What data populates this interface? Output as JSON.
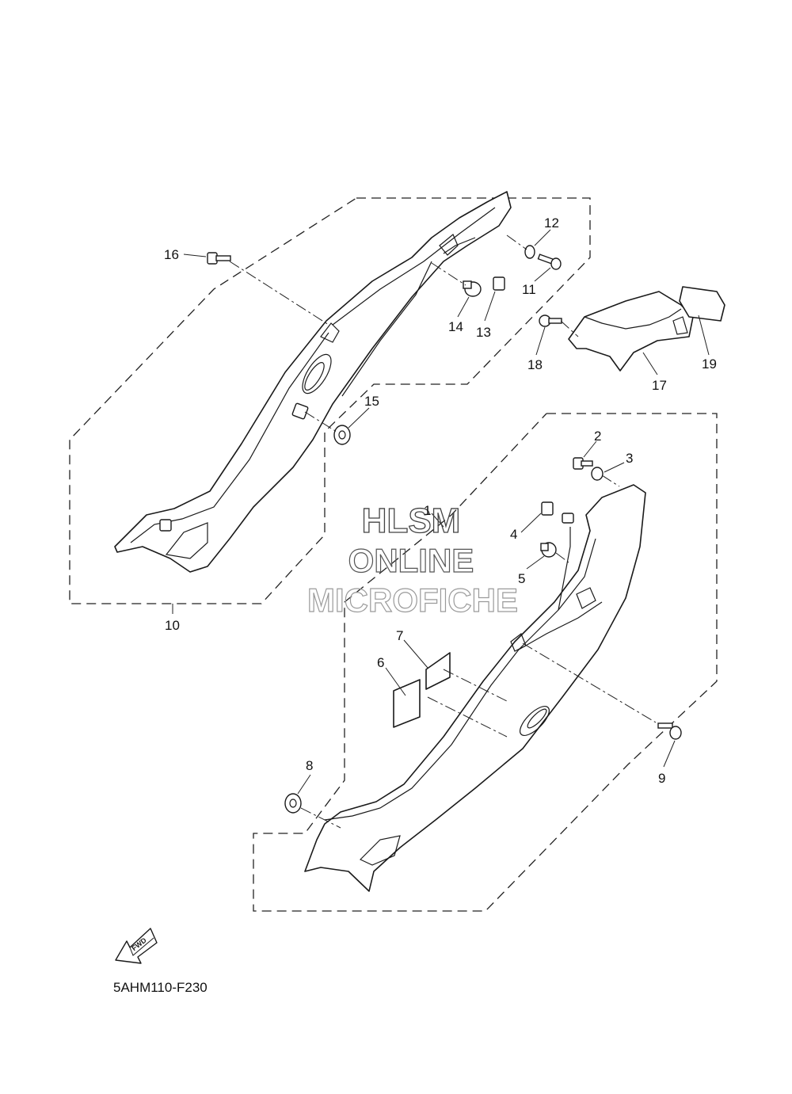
{
  "callouts": [
    {
      "id": "1",
      "label": "1"
    },
    {
      "id": "2",
      "label": "2"
    },
    {
      "id": "3",
      "label": "3"
    },
    {
      "id": "4",
      "label": "4"
    },
    {
      "id": "5",
      "label": "5"
    },
    {
      "id": "6",
      "label": "6"
    },
    {
      "id": "7",
      "label": "7"
    },
    {
      "id": "8",
      "label": "8"
    },
    {
      "id": "9",
      "label": "9"
    },
    {
      "id": "10",
      "label": "10"
    },
    {
      "id": "11",
      "label": "11"
    },
    {
      "id": "12",
      "label": "12"
    },
    {
      "id": "13",
      "label": "13"
    },
    {
      "id": "14",
      "label": "14"
    },
    {
      "id": "15",
      "label": "15"
    },
    {
      "id": "16",
      "label": "16"
    },
    {
      "id": "17",
      "label": "17"
    },
    {
      "id": "18",
      "label": "18"
    },
    {
      "id": "19",
      "label": "19"
    }
  ],
  "watermark": {
    "line1": "HLSM",
    "line2": "ONLINE",
    "line3": "MICROFICHE"
  },
  "fwd_label": "FWD",
  "diagram_code": "5AHM110-F230",
  "colors": {
    "line": "#1a1a1a",
    "watermark_dark": "#444444",
    "watermark_light": "#9a9a9a"
  }
}
